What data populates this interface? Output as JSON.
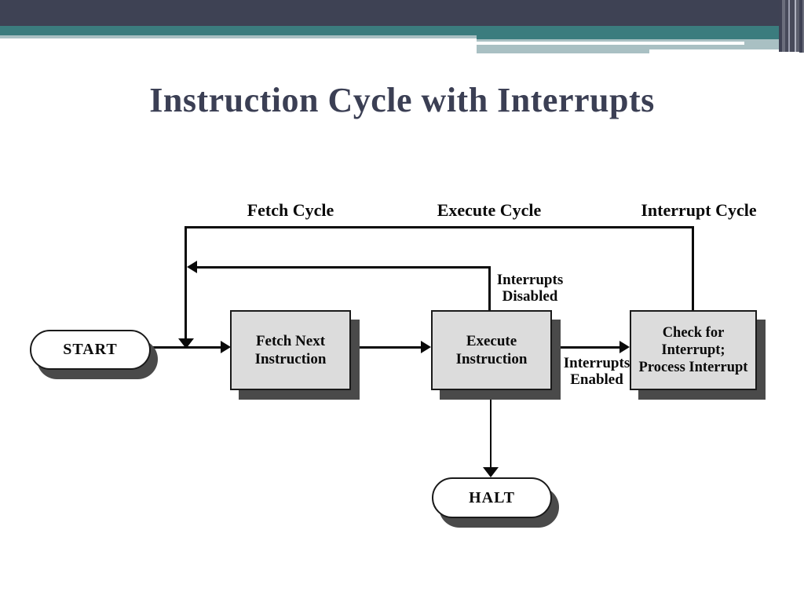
{
  "colors": {
    "header-dark": "#3e4254",
    "header-teal": "#3b7c7e",
    "header-light": "#a9c0c3",
    "box-fill": "#dcdcdc",
    "box-border": "#1a1a1a",
    "shadow": "#4a4a4a",
    "line": "#0a0a0a",
    "title-text": "#3b3f54"
  },
  "title": "Instruction Cycle with Interrupts",
  "diagram": {
    "cycle_labels": {
      "fetch": "Fetch Cycle",
      "execute": "Execute Cycle",
      "interrupt": "Interrupt Cycle"
    },
    "nodes": {
      "start": {
        "label": "START"
      },
      "fetch": {
        "line1": "Fetch Next",
        "line2": "Instruction"
      },
      "execute": {
        "line1": "Execute",
        "line2": "Instruction"
      },
      "check": {
        "line1": "Check for",
        "line2": "Interrupt;",
        "line3": "Process Interrupt"
      },
      "halt": {
        "label": "HALT"
      }
    },
    "edge_labels": {
      "interrupts_disabled": {
        "line1": "Interrupts",
        "line2": "Disabled"
      },
      "interrupts_enabled": {
        "line1": "Interrupts",
        "line2": "Enabled"
      }
    }
  }
}
